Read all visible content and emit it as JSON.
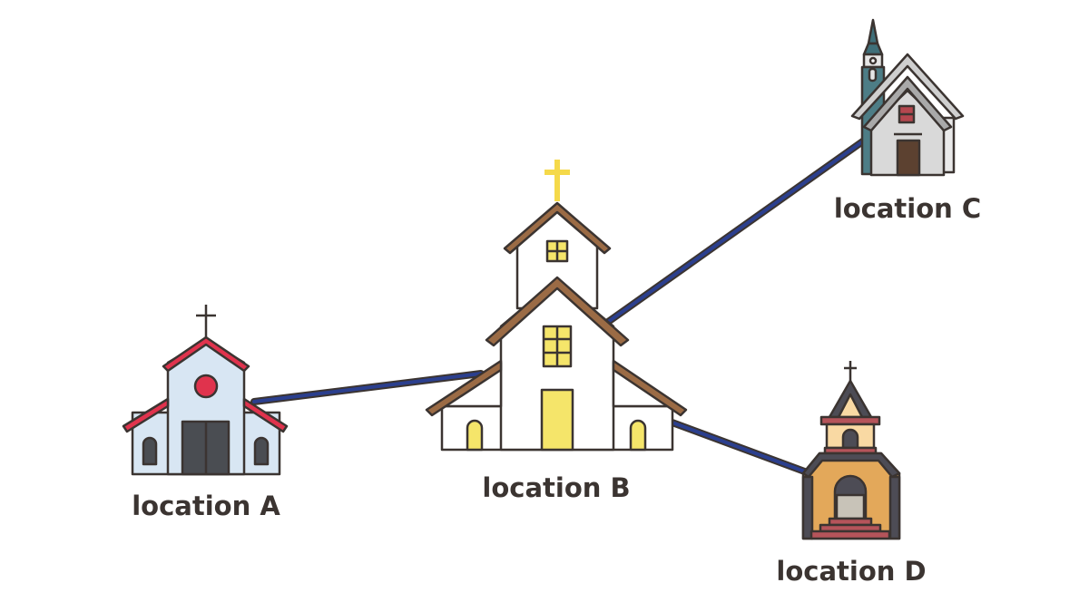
{
  "nodes": [
    {
      "id": "A",
      "label": "location A"
    },
    {
      "id": "B",
      "label": "location B"
    },
    {
      "id": "C",
      "label": "location C"
    },
    {
      "id": "D",
      "label": "location D"
    }
  ],
  "edges": [
    [
      "A",
      "B"
    ],
    [
      "B",
      "C"
    ],
    [
      "B",
      "D"
    ]
  ],
  "colors": {
    "edge": "#2b3f8e",
    "outline": "#3b3431",
    "text": "#3b3431"
  }
}
